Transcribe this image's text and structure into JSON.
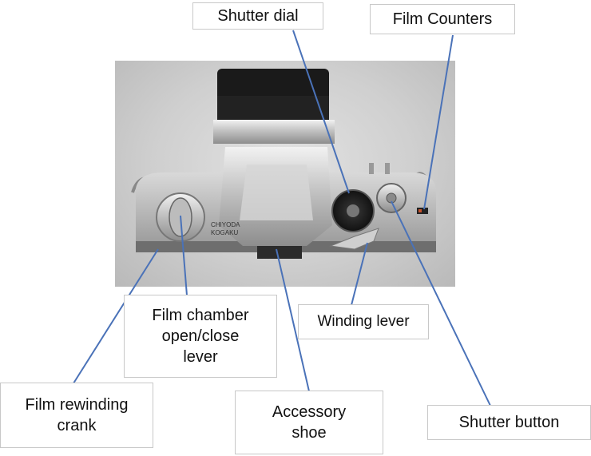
{
  "labels": {
    "shutter_dial": "Shutter dial",
    "film_counters": "Film Counters",
    "film_chamber_lever": "Film chamber\nopen/close\nlever",
    "winding_lever": "Winding lever",
    "film_rewinding_crank": "Film rewinding\ncrank",
    "accessory_shoe": "Accessory\nshoe",
    "shutter_button": "Shutter button"
  },
  "camera_engraving": {
    "line1": "CHIYODA",
    "line2": "KOGAKU"
  },
  "colors": {
    "leader_line": "#4a72b8",
    "label_border": "#c8c8c8"
  }
}
